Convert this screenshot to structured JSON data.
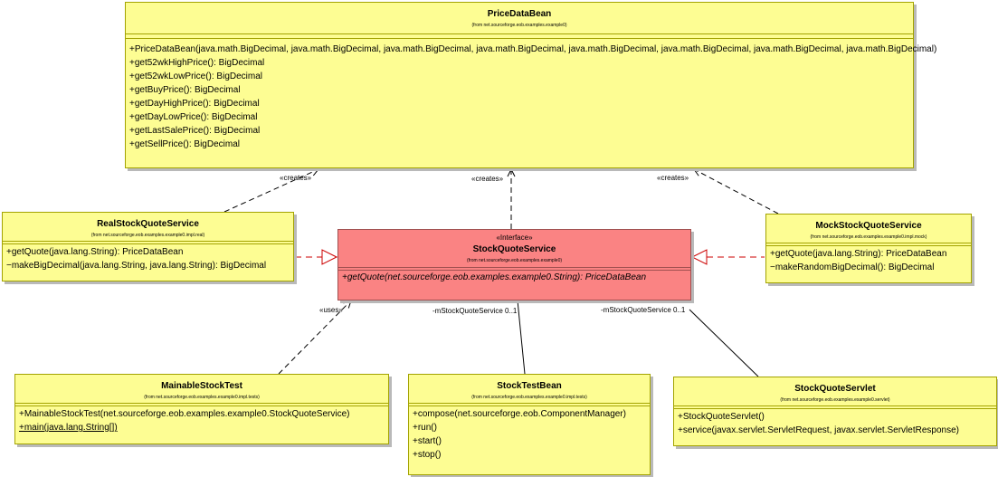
{
  "classes": {
    "price_data_bean": {
      "name": "PriceDataBean",
      "from": "(from net.sourceforge.eob.examples.example0)",
      "operations": [
        "+PriceDataBean(java.math.BigDecimal, java.math.BigDecimal, java.math.BigDecimal, java.math.BigDecimal, java.math.BigDecimal, java.math.BigDecimal, java.math.BigDecimal, java.math.BigDecimal)",
        "+get52wkHighPrice(): BigDecimal",
        "+get52wkLowPrice(): BigDecimal",
        "+getBuyPrice(): BigDecimal",
        "+getDayHighPrice(): BigDecimal",
        "+getDayLowPrice(): BigDecimal",
        "+getLastSalePrice(): BigDecimal",
        "+getSellPrice(): BigDecimal"
      ]
    },
    "real_stock_quote_service": {
      "name": "RealStockQuoteService",
      "from": "(from net.sourceforge.eob.examples.example0.impl.real)",
      "operations": [
        "+getQuote(java.lang.String): PriceDataBean",
        "−makeBigDecimal(java.lang.String, java.lang.String): BigDecimal"
      ]
    },
    "stock_quote_service": {
      "stereotype": "«Interface»",
      "name": "StockQuoteService",
      "from": "(from net.sourceforge.eob.examples.example0)",
      "operations": [
        "+getQuote(net.sourceforge.eob.examples.example0.String): PriceDataBean"
      ]
    },
    "mock_stock_quote_service": {
      "name": "MockStockQuoteService",
      "from": "(from net.sourceforge.eob.examples.example0.impl.mock)",
      "operations": [
        "+getQuote(java.lang.String): PriceDataBean",
        "−makeRandomBigDecimal(): BigDecimal"
      ]
    },
    "mainable_stock_test": {
      "name": "MainableStockTest",
      "from": "(from net.sourceforge.eob.examples.example0.impl.tests)",
      "operations": [
        "+MainableStockTest(net.sourceforge.eob.examples.example0.StockQuoteService)",
        "+main(java.lang.String[])"
      ]
    },
    "stock_test_bean": {
      "name": "StockTestBean",
      "from": "(from net.sourceforge.eob.examples.example0.impl.tests)",
      "operations": [
        "+compose(net.sourceforge.eob.ComponentManager)",
        "+run()",
        "+start()",
        "+stop()"
      ]
    },
    "stock_quote_servlet": {
      "name": "StockQuoteServlet",
      "from": "(from net.sourceforge.eob.examples.example0.servlet)",
      "operations": [
        "+StockQuoteServlet()",
        "+service(javax.servlet.ServletRequest, javax.servlet.ServletResponse)"
      ]
    }
  },
  "relations": {
    "creates_left": "«creates»",
    "creates_center": "«creates»",
    "creates_right": "«creates»",
    "uses": "«uses»",
    "assoc_test_bean": "-mStockQuoteService  0..1",
    "assoc_servlet": "-mStockQuoteService  0..1"
  },
  "colors": {
    "class_fill": "#fdfd93",
    "interface_fill": "#fa8383",
    "realization_line": "#cc0000"
  }
}
